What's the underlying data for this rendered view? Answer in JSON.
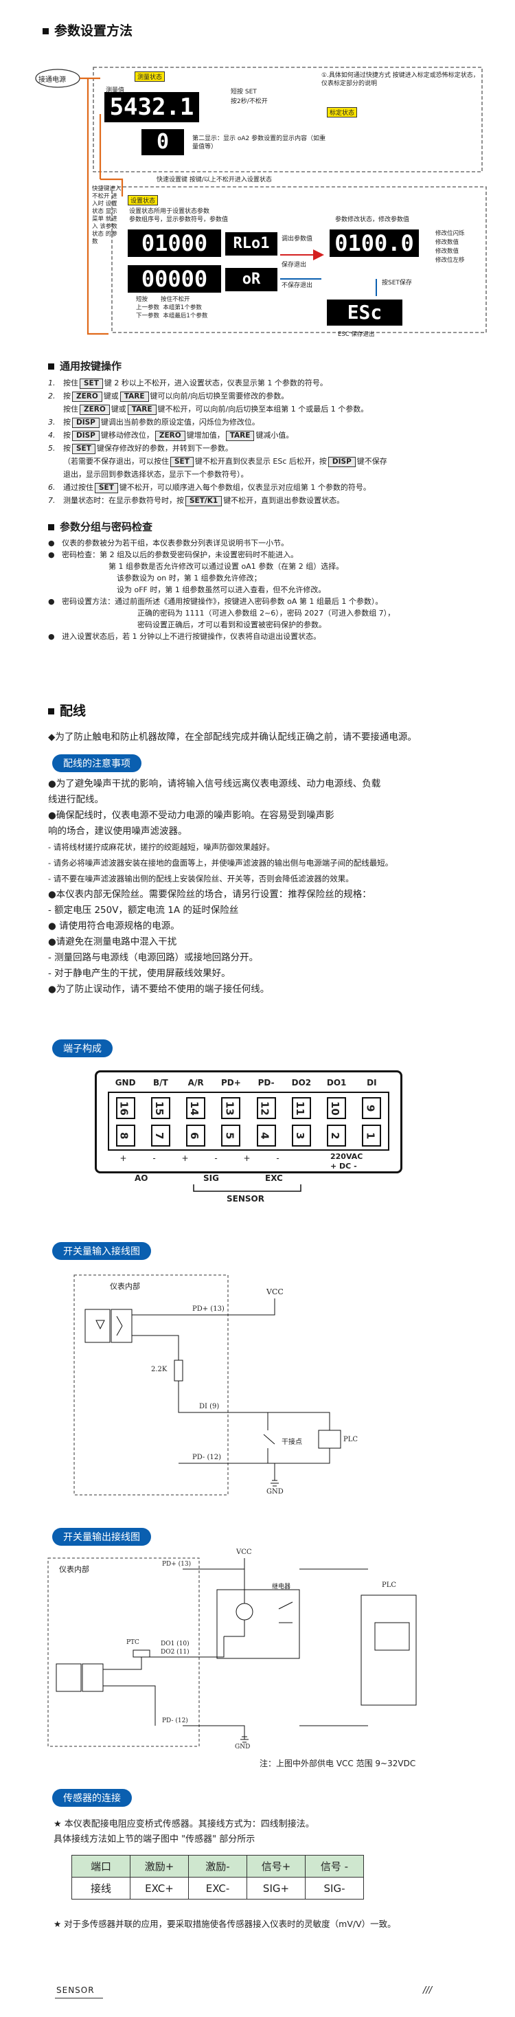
{
  "section1": {
    "title": "参数设置方法"
  },
  "diagram": {
    "power_label": "接通电源",
    "measure_tag": "测量状态",
    "display_main": "5432.1",
    "display_main_caption": "测量值",
    "short_press_note": "短按 SET",
    "long_press_note": "按2秒/不松开",
    "top_note": "①.具体如何通过快捷方式 按键进入标定或恐怖标定状态，仪表标定部分的说明",
    "calib_tag": "标定状态",
    "display_zero": "0",
    "second_interface_note": "第二显示：显示 oA2 参数设置的显示内容（如重量值等）",
    "flow_note": "快速设置键 按键/以上不松开进入设置状态",
    "setting_state_tag": "设置状态",
    "left_flow_note": "快捷键进入 不松开 进入时 设置状态 显示 菜单 就进入 该参数状态 的参数",
    "setting_note1": "设置状态所用于设置状态参数",
    "setting_note2": "参数组序号，显示参数符号，参数值",
    "param_value_note": "参数修改状态，修改参数值",
    "display_group": "01000",
    "display_param_name": "RLo1",
    "display_param_value": "0100.0",
    "display_group2": "00000",
    "display_param_name2": "oR",
    "display_esc": "ESc",
    "esc_note": "ESC 保存退出",
    "adjust_note": "调出参数值",
    "save_exit_note": "保存退出",
    "no_save_exit_note": "不保存退出",
    "press_set_note": "按SET保存",
    "modify_note": "修改位闪烁",
    "modify_up": "修改数值",
    "modify_down": "修改数值",
    "modify_shift": "修改位左移",
    "short_press2": "短按",
    "hold_note": "按住不松开",
    "prev_param": "上一参数",
    "next_param": "下一参数",
    "prev_group": "本组第1个参数",
    "next_group": "本组最后1个参数"
  },
  "section2": {
    "title": "通用按键操作",
    "items": [
      {
        "num": "1.",
        "parts": [
          "按住",
          "SET",
          "键 2 秒以上不松开，进入设置状态，仪表显示第 1 个参数的符号。"
        ]
      },
      {
        "num": "2.",
        "parts": [
          "按",
          "ZERO",
          "键或",
          "TARE",
          "键可以向前/向后切换至需要修改的参数。"
        ]
      },
      {
        "num": "",
        "parts": [
          "按住",
          "ZERO",
          "键或",
          "TARE",
          "键不松开，可以向前/向后切换至本组第 1 个或最后 1 个参数。"
        ]
      },
      {
        "num": "3.",
        "parts": [
          "按",
          "DISP",
          "键调出当前参数的原设定值，闪烁位为修改位。"
        ]
      },
      {
        "num": "4.",
        "parts": [
          "按",
          "DISP",
          "键移动修改位，",
          "ZERO",
          "键增加值，",
          "TARE",
          "键减小值。"
        ]
      },
      {
        "num": "5.",
        "parts": [
          "按",
          "SET",
          "键保存修改好的参数，并转到下一参数。"
        ]
      },
      {
        "num": "",
        "parts": [
          "（若需要不保存退出，可以按住",
          "SET",
          "键不松开直到仪表显示 ESc 后松开，按",
          "DISP",
          "键不保存"
        ]
      },
      {
        "num": "",
        "parts": [
          "退出，显示回到参数选择状态，显示下一个参数符号）。"
        ]
      },
      {
        "num": "6.",
        "parts": [
          "通过按住",
          "SET",
          "键不松开，可以顺序进入每个参数组，仪表显示对应组第 1 个参数的符号。"
        ]
      },
      {
        "num": "7.",
        "parts": [
          "测量状态时：在显示参数符号时，按",
          "SET/K1",
          "键不松开，直到退出参数设置状态。"
        ]
      }
    ]
  },
  "section3": {
    "title": "参数分组与密码检查",
    "items": [
      "仪表的参数被分为若干组，本仪表参数分列表详见说明书下一小节。",
      "密码检查：第 2 组及以后的参数受密码保护，未设置密码时不能进入。",
      "第 1 组参数是否允许修改可以通过设置 oA1 参数（在第 2 组）选择。",
      "该参数设为 on 时，第 1 组参数允许修改；",
      "设为 oFF 时，第 1 组参数虽然可以进入查看，但不允许修改。",
      "密码设置方法：通过前面所述《通用按键操作》，按键进入密码参数 oA 第 1 组最后 1 个参数）。",
      "正确的密码为 1111（可进入参数组 2~6），密码 2027（可进入参数组 7），",
      "密码设置正确后，才可以看到和设置被密码保护的参数。",
      "进入设置状态后，若 1 分钟以上不进行按键操作，仪表将自动退出设置状态。"
    ]
  },
  "section4": {
    "title": "配线",
    "intro": "◆为了防止触电和防止机器故障，在全部配线完成并确认配线正确之前，请不要接通电源。",
    "notice_pill": "配线的注意事项",
    "lines": [
      "●为了避免噪声干扰的影响，请将输入信号线远离仪表电源线、动力电源线、负载",
      "线进行配线。",
      "●确保配线时，仪表电源不受动力电源的噪声影响。在容易受到噪声影",
      "响的场合，建议使用噪声滤波器。",
      "- 请将线材搓拧成麻花状，搓拧的绞距越短，噪声防御效果越好。",
      "- 请务必将噪声滤波器安装在接地的盘面等上，并使噪声滤波器的输出侧与电源端子间的配线最短。",
      "- 请不要在噪声滤波器输出侧的配线上安装保险丝、开关等，否则会降低滤波器的效果。",
      "●本仪表内部无保险丝。需要保险丝的场合，请另行设置：推荐保险丝的规格：",
      "- 额定电压 250V，额定电流 1A 的延时保险丝",
      "● 请使用符合电源规格的电源。",
      "●请避免在测量电路中混入干扰",
      "- 测量回路与电源线（电源回路）或接地回路分开。",
      "- 对于静电产生的干扰，使用屏蔽线效果好。",
      "●为了防止误动作，请不要给不使用的端子接任何线。"
    ]
  },
  "terminal": {
    "pill": "端子构成",
    "top_labels": [
      "GND",
      "B/T",
      "A/R",
      "PD+",
      "PD-",
      "DO2",
      "DO1",
      "DI"
    ],
    "top_nums": [
      "16",
      "15",
      "14",
      "13",
      "12",
      "11",
      "10",
      "9"
    ],
    "bottom_nums": [
      "8",
      "7",
      "6",
      "5",
      "4",
      "3",
      "2",
      "1"
    ],
    "bottom_signs": [
      "+",
      "-",
      "+",
      "-",
      "+",
      "-"
    ],
    "ao": "AO",
    "sig": "SIG",
    "exc": "EXC",
    "sensor": "SENSOR",
    "power1": "220VAC",
    "power2": "+ DC -"
  },
  "switch_in": {
    "pill": "开关量输入接线图",
    "inside": "仪表内部",
    "vcc": "VCC",
    "pd_plus": "PD+ (13)",
    "pd_minus": "PD- (12)",
    "di": "DI (9)",
    "res": "2.2K",
    "contact": "干接点",
    "plc": "PLC",
    "gnd": "GND"
  },
  "switch_out": {
    "pill": "开关量输出接线图",
    "inside": "仪表内部",
    "vcc": "VCC",
    "pd_plus": "PD+ (13)",
    "pd_minus": "PD- (12)",
    "do1": "DO1 (10)",
    "do2": "DO2 (11)",
    "ptc": "PTC",
    "relay": "继电器",
    "plc": "PLC",
    "gnd": "GND",
    "note": "注：上图中外部供电 VCC 范围 9~32VDC"
  },
  "sensor": {
    "pill": "传感器的连接",
    "line1": "★ 本仪表配接电阻应变桥式传感器。其接线方式为：四线制接法。",
    "line2": "具体接线方法如上节的端子图中 \"传感器\" 部分所示",
    "headers": [
      "端口",
      "激励+",
      "激励-",
      "信号+",
      "信号 -"
    ],
    "row": [
      "接线",
      "EXC+",
      "EXC-",
      "SIG+",
      "SIG-"
    ],
    "note": "★ 对于多传感器并联的应用，要采取措施使各传感器接入仪表时的灵敏度（mV/V）一致。"
  },
  "footer": {
    "brand": "SENSOR",
    "mark": "///"
  },
  "colors": {
    "accent": "#0a5fb0",
    "orange": "#e06a1b",
    "red": "#d42020",
    "yellow": "#ffe600"
  }
}
